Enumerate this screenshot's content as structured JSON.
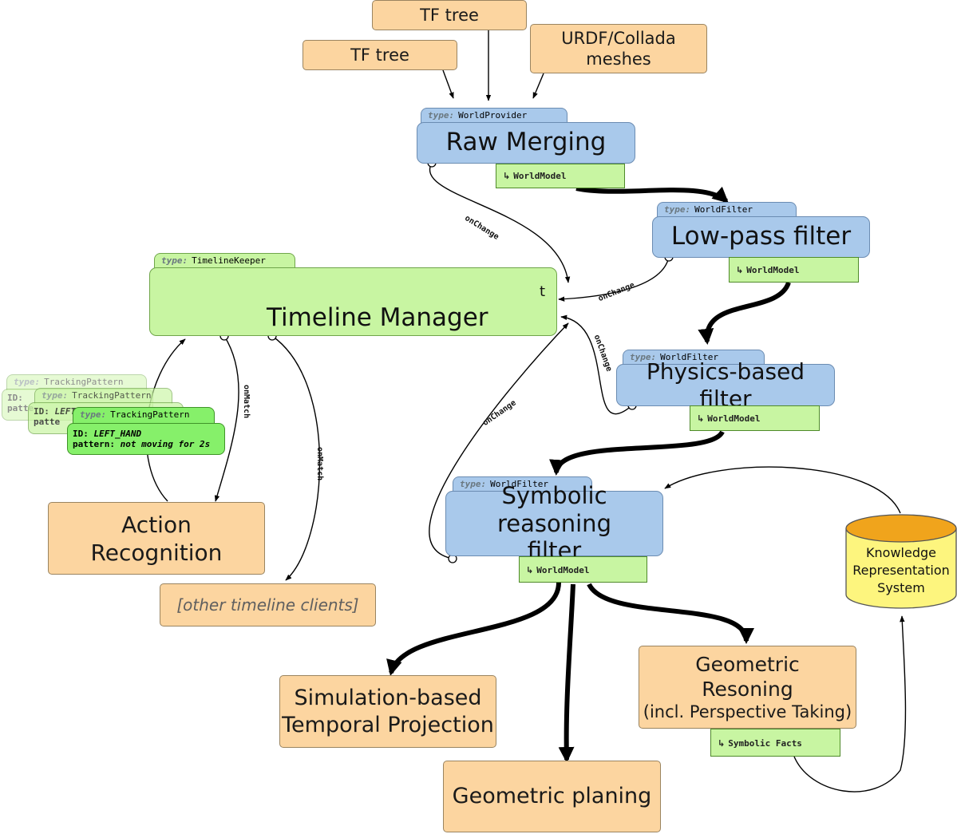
{
  "inputs": {
    "tf_tree_top": "TF tree",
    "tf_tree_left": "TF tree",
    "urdf_line1": "URDF/Collada",
    "urdf_line2": "meshes"
  },
  "type_keyword": "type:",
  "raw_merging": {
    "type": "WorldProvider",
    "title": "Raw Merging",
    "output": "WorldModel"
  },
  "lowpass": {
    "type": "WorldFilter",
    "title": "Low-pass filter",
    "output": "WorldModel"
  },
  "physics": {
    "type": "WorldFilter",
    "title": "Physics-based filter",
    "output": "WorldModel"
  },
  "symbolic": {
    "type": "WorldFilter",
    "title_line1": "Symbolic reasoning",
    "title_line2": "filter",
    "output": "WorldModel"
  },
  "timeline": {
    "type": "TimelineKeeper",
    "title": "Timeline Manager",
    "axis_label": "t"
  },
  "tracking_patterns": {
    "type": "TrackingPattern",
    "id_key": "ID:",
    "id_value": "LEFT_HAND",
    "pattern_key": "pattern:",
    "pattern_value": "not moving for 2s",
    "ghost_id_fragment": "LEFT_H",
    "ghost_pattern_fragment": "patte"
  },
  "action_recognition": {
    "line1": "Action",
    "line2": "Recognition"
  },
  "other_clients": "[other timeline clients]",
  "knowledge": {
    "line1": "Knowledge",
    "line2": "Representation",
    "line3": "System"
  },
  "geometric_reasoning": {
    "line1": "Geometric",
    "line2": "Resoning",
    "line3": "(incl. Perspective Taking)",
    "output": "Symbolic Facts"
  },
  "simulation": {
    "line1": "Simulation-based",
    "line2": "Temporal Projection"
  },
  "geometric_planing": "Geometric planing",
  "edge_labels": {
    "onchange_raw": "onChange",
    "onchange_lowpass": "onChange",
    "onchange_physics": "onChange",
    "onchange_symbolic": "onChange",
    "onmatch_action": "onMatch",
    "onmatch_other": "onMatch"
  },
  "colors": {
    "orange_box": "#fcd5a0",
    "blue_box": "#a9c9eb",
    "green_box": "#c8f5a2",
    "tracking_active": "#86f06a",
    "database_top": "#f0a41c",
    "database_body": "#fdf57e"
  }
}
